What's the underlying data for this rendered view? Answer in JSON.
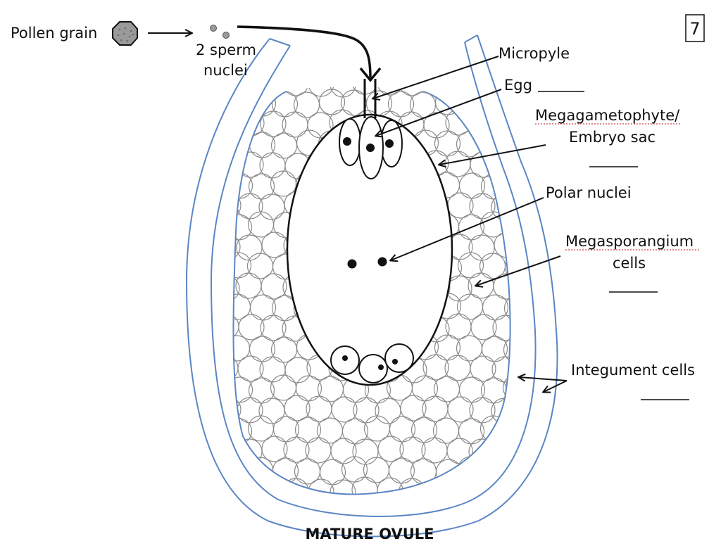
{
  "page_number": "7",
  "title": "MATURE OVULE",
  "labels": {
    "pollen_grain": "Pollen grain",
    "sperm_nuclei_line1": "2 sperm",
    "sperm_nuclei_line2": "nuclei",
    "micropyle": "Micropyle",
    "egg": "Egg",
    "megagametophyte_line1": "Megagametophyte/",
    "megagametophyte_line2": "Embryo sac",
    "polar_nuclei": "Polar nuclei",
    "megasporangium_line1": "Megasporangium",
    "megasporangium_line2": "cells",
    "integument": "Integument  cells"
  },
  "colors": {
    "integument_outline": "#5b86c5",
    "cell_outline": "#8a8a8a",
    "ink": "#111111",
    "pollen_fill": "#9a9a9a"
  }
}
